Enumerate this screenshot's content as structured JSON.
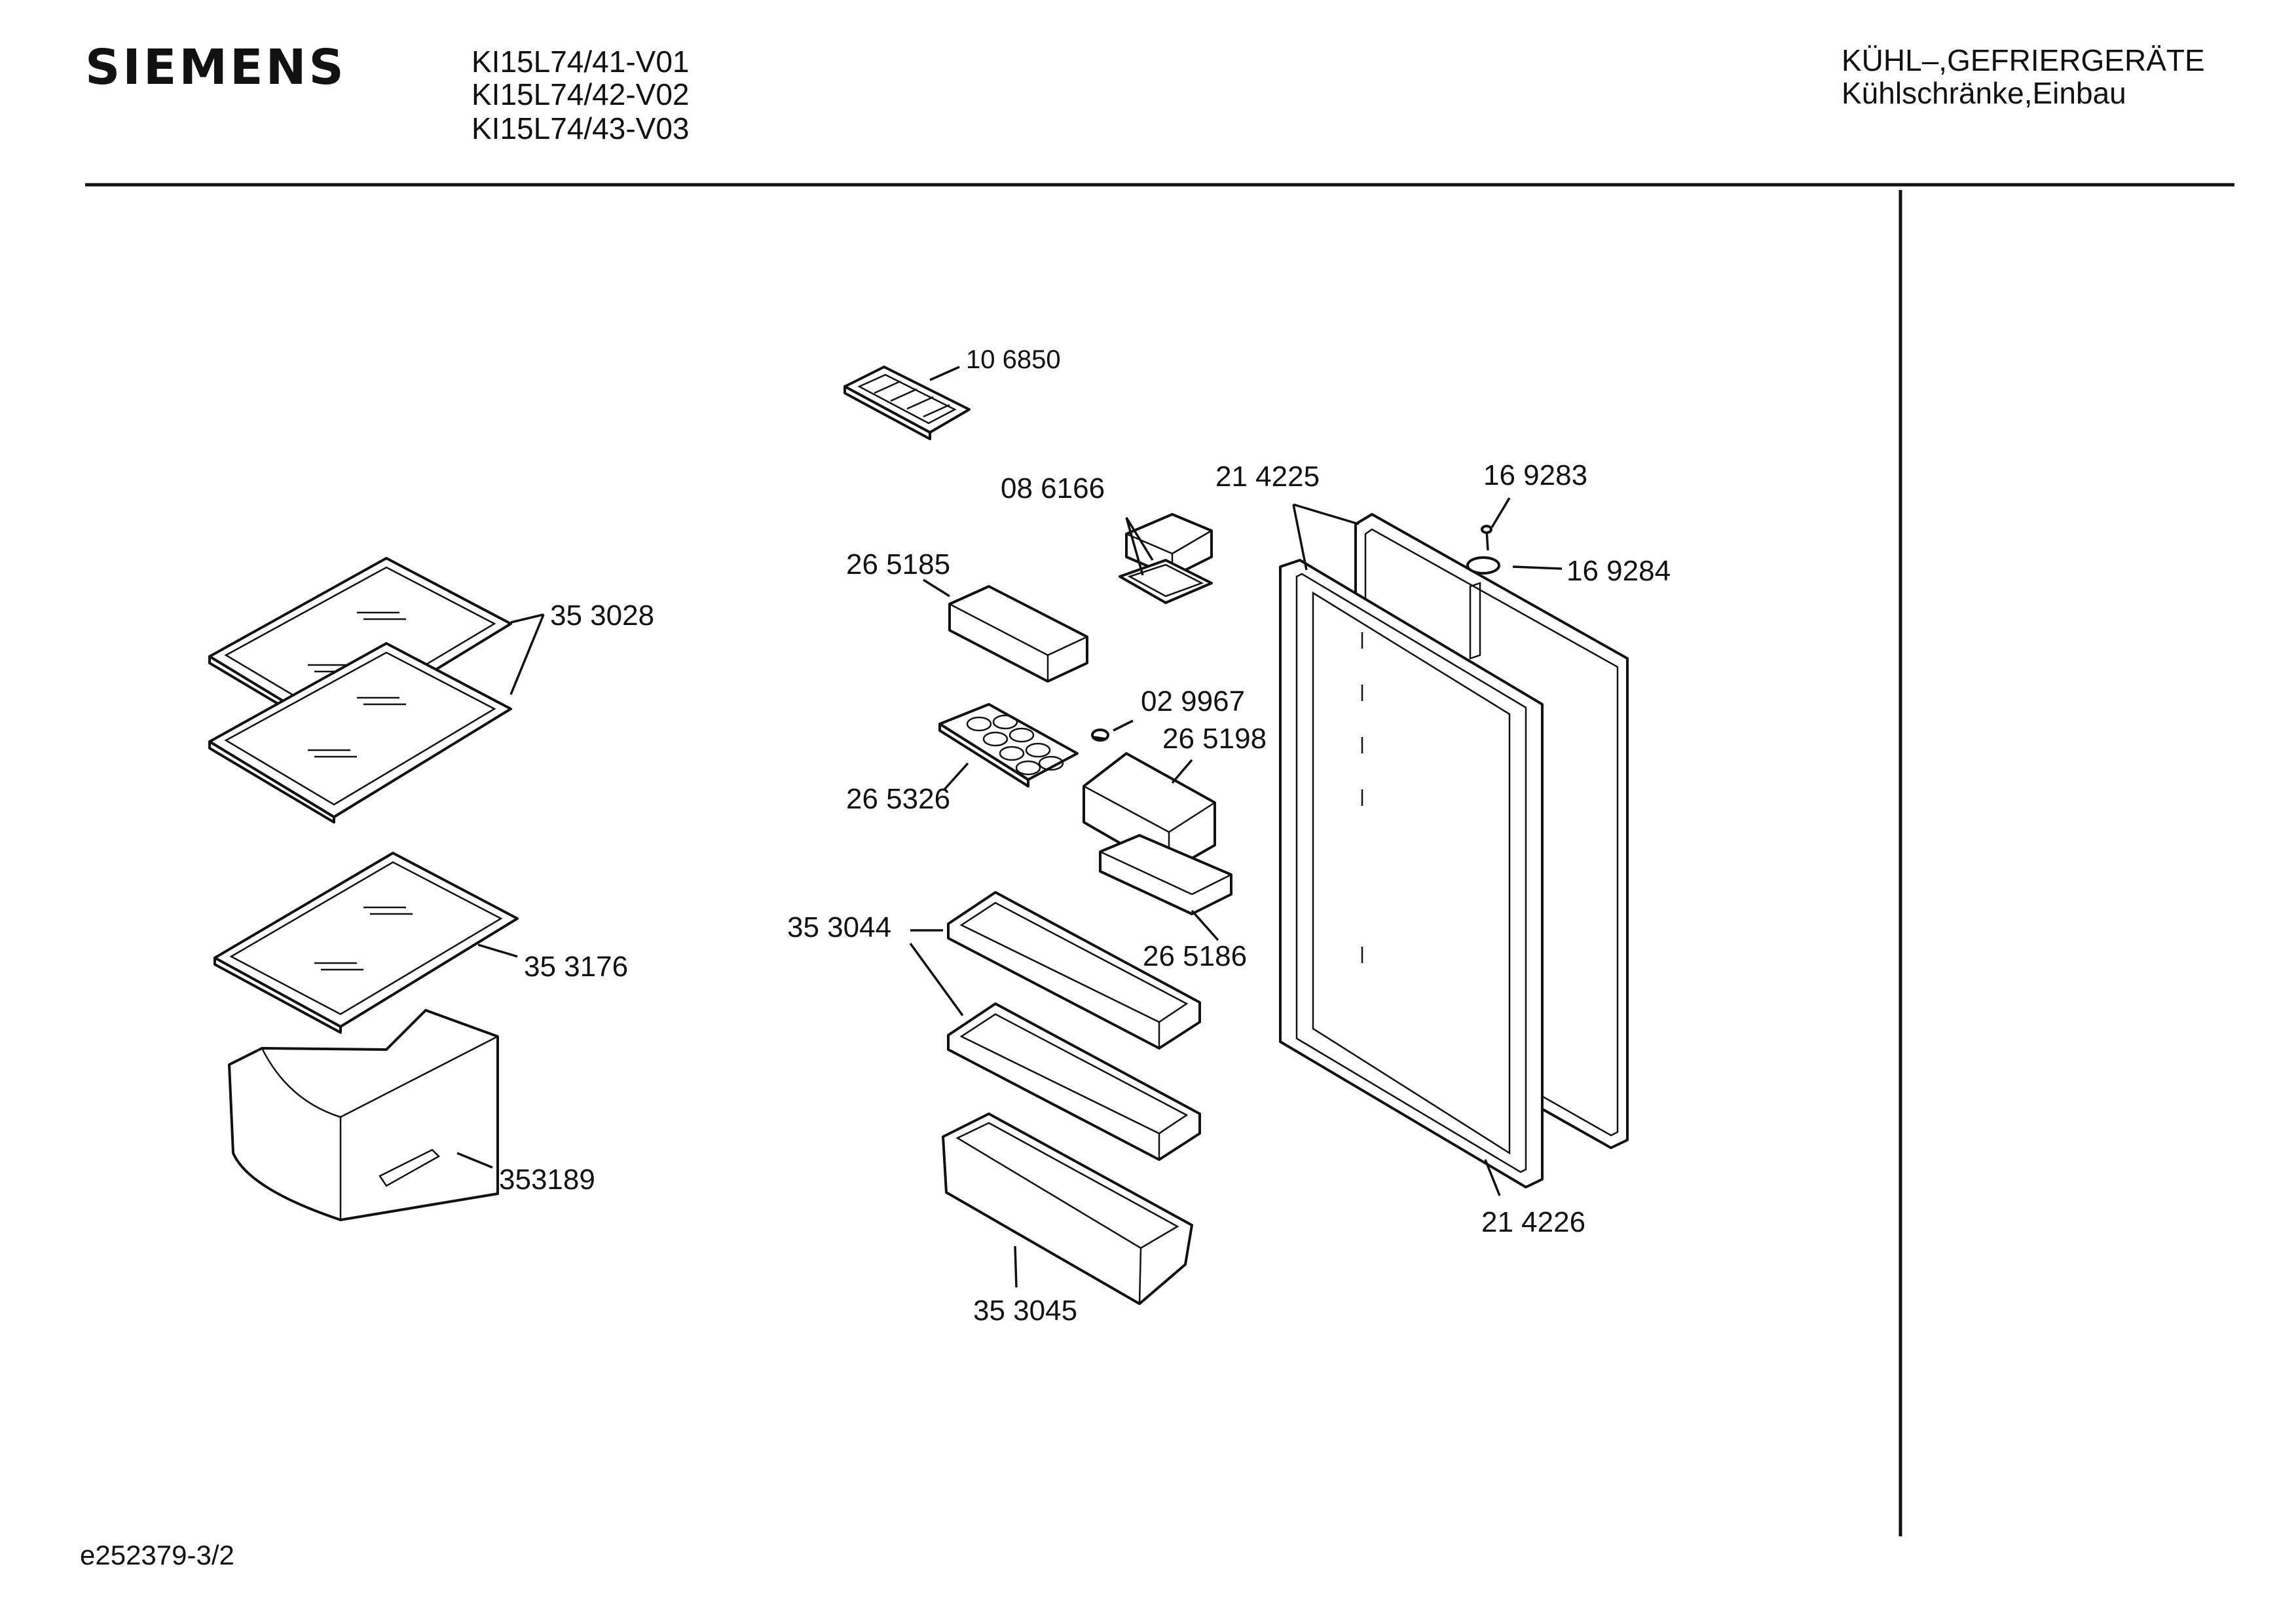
{
  "header": {
    "brand": "SIEMENS",
    "models": [
      "KI15L74/41-V01",
      "KI15L74/42-V02",
      "KI15L74/43-V03"
    ],
    "category": "KÜHL–,GEFRIERGERÄTE",
    "subcategory": "Kühlschränke,Einbau"
  },
  "parts": [
    {
      "id": "p106850",
      "number": "10 6850"
    },
    {
      "id": "p086166",
      "number": "08 6166"
    },
    {
      "id": "p214225",
      "number": "21 4225"
    },
    {
      "id": "p169283",
      "number": "16 9283"
    },
    {
      "id": "p169284",
      "number": "16 9284"
    },
    {
      "id": "p265185",
      "number": "26 5185"
    },
    {
      "id": "p353028",
      "number": "35 3028"
    },
    {
      "id": "p029967",
      "number": "02 9967"
    },
    {
      "id": "p265198",
      "number": "26 5198"
    },
    {
      "id": "p265326",
      "number": "26 5326"
    },
    {
      "id": "p353044",
      "number": "35 3044"
    },
    {
      "id": "p265186",
      "number": "26 5186"
    },
    {
      "id": "p353176",
      "number": "35 3176"
    },
    {
      "id": "p353189",
      "number": "353189"
    },
    {
      "id": "p214226",
      "number": "21 4226"
    },
    {
      "id": "p353045",
      "number": "35 3045"
    }
  ],
  "footer": {
    "drawing_id": "e252379-3/2"
  }
}
